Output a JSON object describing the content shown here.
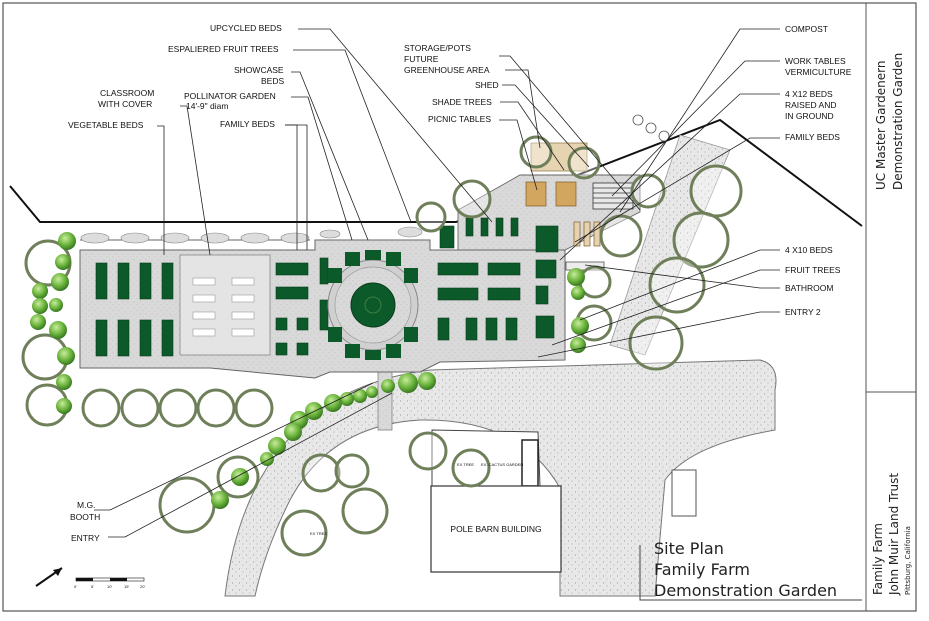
{
  "site_labels": {
    "upcycled_beds": "UPCYCLED BEDS",
    "espaliered_fruit_trees": "ESPALIERED FRUIT TREES",
    "showcase_beds_1": "SHOWCASE",
    "showcase_beds_2": "BEDS",
    "classroom_1": "CLASSROOM",
    "classroom_2": "WITH COVER",
    "pollinator_garden_1": "POLLINATOR GARDEN",
    "pollinator_garden_2": "14'-9\" diam",
    "vegetable_beds": "VEGETABLE BEDS",
    "family_beds_left": "FAMILY BEDS",
    "storage_1": "STORAGE/POTS",
    "storage_2": "FUTURE",
    "storage_3": "GREENHOUSE AREA",
    "shed": "SHED",
    "shade_trees": "SHADE TREES",
    "picnic_tables": "PICNIC TABLES",
    "compost": "COMPOST",
    "work_tables_1": "WORK TABLES",
    "work_tables_2": "VERMICULTURE",
    "beds_4x12_1": "4 X12 BEDS",
    "beds_4x12_2": "RAISED AND",
    "beds_4x12_3": "IN GROUND",
    "family_beds_right": "FAMILY BEDS",
    "beds_4x10": "4 X10 BEDS",
    "fruit_trees": "FRUIT TREES",
    "bathroom": "BATHROOM",
    "entry_2": "ENTRY 2",
    "mg_booth_1": "M.G.",
    "mg_booth_2": "BOOTH",
    "entry": "ENTRY",
    "pole_barn": "POLE BARN BUILDING",
    "ex_tree_a": "EX TREE",
    "ex_cactus": "EX. CACTUS GARDEN",
    "ex_tree_b": "EX TREE"
  },
  "title_block": {
    "line1": "Site Plan",
    "line2": "Family Farm",
    "line3": "Demonstration Garden"
  },
  "side_block": {
    "top_line1": "UC Master Gardenern",
    "top_line2": "Demonstration Garden",
    "bottom_line1": "Family Farm",
    "bottom_line2": "John Muir Land Trust",
    "bottom_line3": "Pittsburg, California"
  },
  "scale_bar": {
    "ticks": [
      "0'",
      "5'",
      "10'",
      "15'",
      "20'"
    ]
  },
  "colors": {
    "bed_green": "#0c5a2a",
    "tree_fill": "#ffffff",
    "tree_ring": "#6f7f5a",
    "shrub_green": "#6bb43c",
    "gravel": "#e6e6e6",
    "paving": "#d6d6d6",
    "wood": "#c8a36a"
  }
}
